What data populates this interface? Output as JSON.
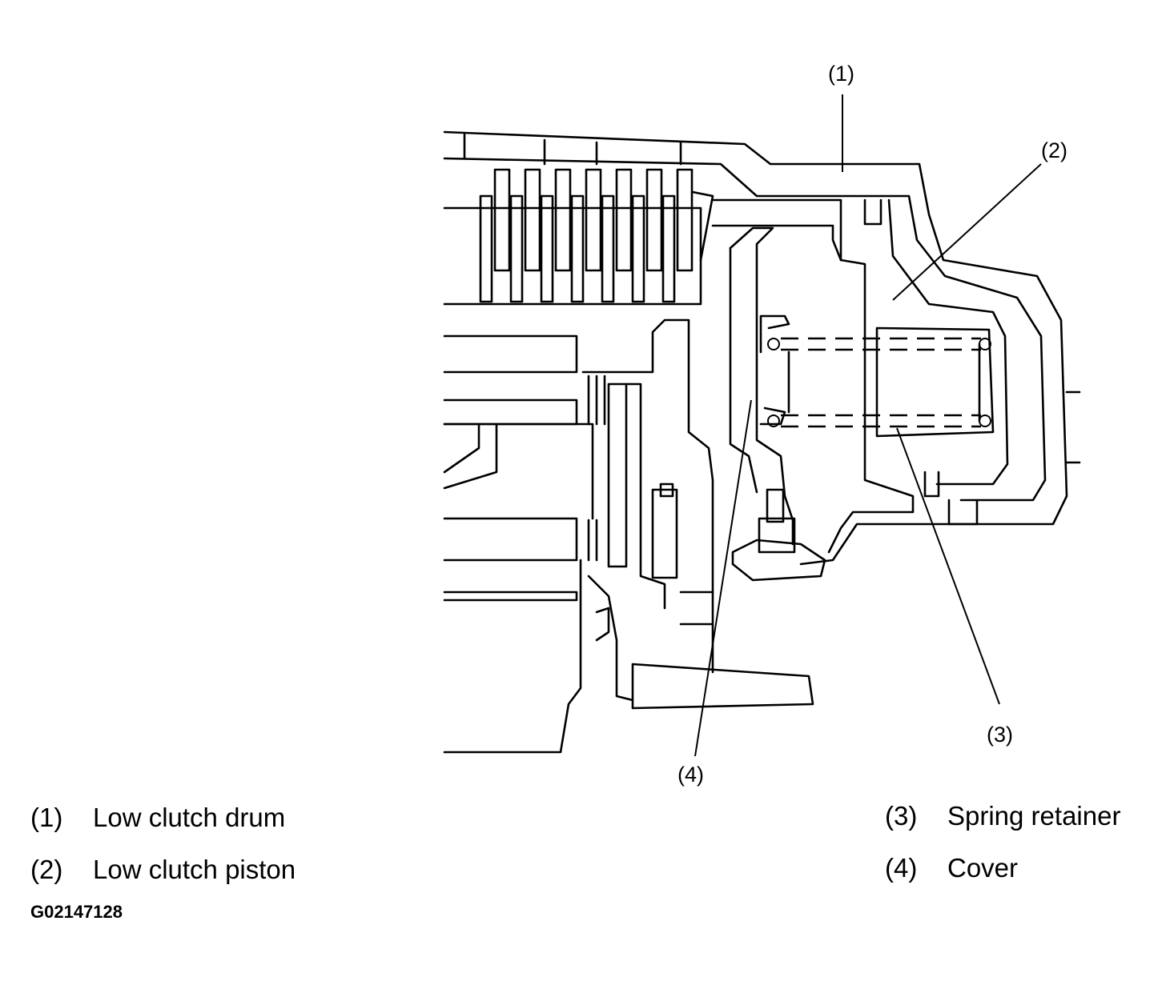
{
  "callouts": [
    {
      "id": "1",
      "label": "(1)"
    },
    {
      "id": "2",
      "label": "(2)"
    },
    {
      "id": "3",
      "label": "(3)"
    },
    {
      "id": "4",
      "label": "(4)"
    }
  ],
  "legend": [
    {
      "num": "(1)",
      "text": "Low clutch drum"
    },
    {
      "num": "(2)",
      "text": "Low clutch piston"
    },
    {
      "num": "(3)",
      "text": "Spring retainer"
    },
    {
      "num": "(4)",
      "text": "Cover"
    }
  ],
  "figure_code": "G02147128"
}
